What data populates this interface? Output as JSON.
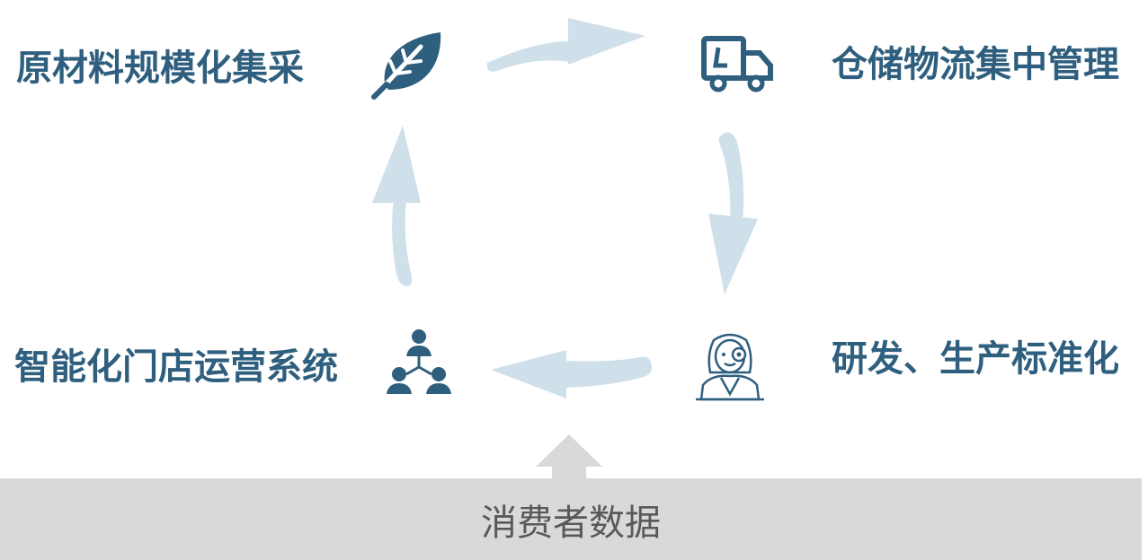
{
  "steps": {
    "top_left": "原材料规模化集采",
    "top_right": "仓储物流集中管理",
    "bottom_right": "研发、生产标准化",
    "bottom_left": "智能化门店运营系统"
  },
  "bottom_banner": {
    "text": "消费者数据"
  },
  "icons": {
    "top_left": "leaf-icon",
    "top_right": "delivery-truck-icon",
    "bottom_right": "scientist-icon",
    "bottom_left": "team-hierarchy-icon"
  },
  "colors": {
    "label_text": "#2f5f7e",
    "icon": "#2f5f7e",
    "cycle_arrow": "#cfe0ea",
    "banner_bg": "#d9d9d9",
    "banner_text": "#595959",
    "up_arrow": "#d9d9d9"
  }
}
